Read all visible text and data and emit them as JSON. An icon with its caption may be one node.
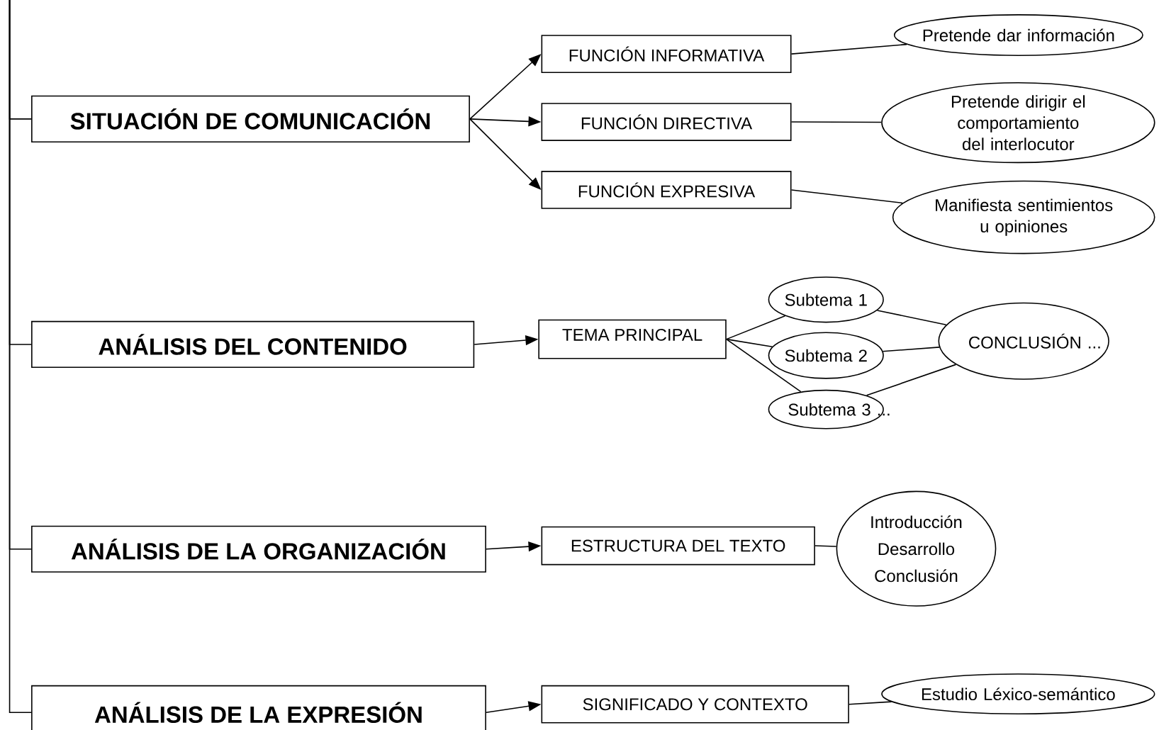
{
  "diagram": {
    "nodes": [
      {
        "text": [
          "SITUACIÓN DE COMUNICACIÓN"
        ]
      },
      {
        "text": [
          "FUNCIÓN INFORMATIVA"
        ]
      },
      {
        "text": [
          "FUNCIÓN DIRECTIVA"
        ]
      },
      {
        "text": [
          "FUNCIÓN EXPRESIVA"
        ]
      },
      {
        "text": [
          "Pretende dar información"
        ]
      },
      {
        "text": [
          "Pretende dirigir el comportamiento del interlocutor"
        ]
      },
      {
        "text": [
          "Manifiesta sentimientos u opiniones"
        ]
      },
      {
        "text": [
          "ANÁLISIS DEL CONTENIDO"
        ]
      },
      {
        "text": [
          "TEMA PRINCIPAL"
        ]
      },
      {
        "text": [
          "Subtema 1"
        ]
      },
      {
        "text": [
          "Subtema 2"
        ]
      },
      {
        "text": [
          "Subtema 3 ..."
        ]
      },
      {
        "text": [
          "CONCLUSIÓN ..."
        ]
      },
      {
        "text": [
          "ANÁLISIS DE LA ORGANIZACIÓN"
        ]
      },
      {
        "text": [
          "ESTRUCTURA DEL TEXTO"
        ]
      },
      {
        "text": [
          "Introducción",
          "Desarrollo",
          "Conclusión"
        ]
      },
      {
        "text": [
          "ANÁLISIS DE LA EXPRESIÓN"
        ]
      },
      {
        "text": [
          "SIGNIFICADO Y CONTEXTO"
        ]
      },
      {
        "text": [
          "Estudio Léxico-semántico"
        ]
      }
    ],
    "edges": [
      {
        "from": null,
        "to": 0,
        "arrow": "none"
      },
      {
        "from": null,
        "to": 7,
        "arrow": "none"
      },
      {
        "from": null,
        "to": 13,
        "arrow": "none"
      },
      {
        "from": null,
        "to": 16,
        "arrow": "none"
      },
      {
        "from": 0,
        "to": 1,
        "arrow": "to"
      },
      {
        "from": 0,
        "to": 2,
        "arrow": "to"
      },
      {
        "from": 0,
        "to": 3,
        "arrow": "to"
      },
      {
        "from": 1,
        "to": 4,
        "arrow": "none"
      },
      {
        "from": 2,
        "to": 5,
        "arrow": "none"
      },
      {
        "from": 3,
        "to": 6,
        "arrow": "none"
      },
      {
        "from": 7,
        "to": 8,
        "arrow": "to"
      },
      {
        "from": 8,
        "to": 9,
        "arrow": "none"
      },
      {
        "from": 8,
        "to": 10,
        "arrow": "none"
      },
      {
        "from": 8,
        "to": 11,
        "arrow": "none"
      },
      {
        "from": 9,
        "to": 12,
        "arrow": "none"
      },
      {
        "from": 10,
        "to": 12,
        "arrow": "none"
      },
      {
        "from": 11,
        "to": 12,
        "arrow": "none"
      },
      {
        "from": 13,
        "to": 14,
        "arrow": "to"
      },
      {
        "from": 14,
        "to": 15,
        "arrow": "none"
      },
      {
        "from": 16,
        "to": 17,
        "arrow": "to"
      },
      {
        "from": 17,
        "to": 18,
        "arrow": "none"
      }
    ]
  }
}
